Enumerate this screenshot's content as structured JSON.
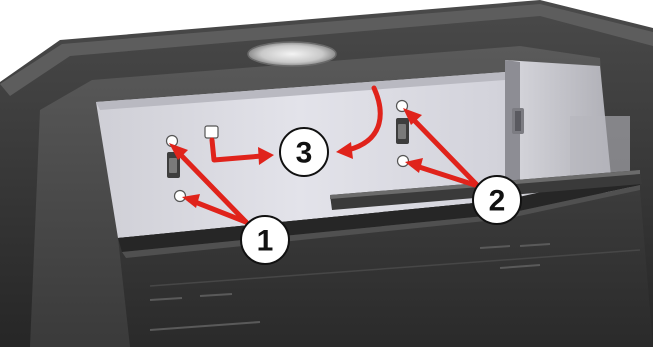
{
  "colors": {
    "arrow": "#e0231b",
    "callout_fill": "#ffffff",
    "callout_stroke": "#111111",
    "cabinet_dark": "#2e2e2e",
    "panel": "#d9d8e0",
    "floor": "#3a3a3a"
  },
  "callouts": [
    {
      "id": "1",
      "label": "1"
    },
    {
      "id": "2",
      "label": "2"
    },
    {
      "id": "3",
      "label": "3"
    }
  ]
}
